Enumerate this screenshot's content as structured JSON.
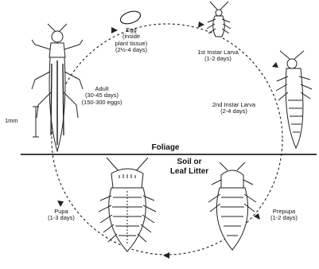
{
  "stages": {
    "egg": {
      "lines": [
        "Egg",
        "(inside",
        "plant tissue)",
        "(2½-4 days)"
      ]
    },
    "larva1": {
      "lines": [
        "1st Instar Larva",
        "(1-2 days)"
      ]
    },
    "larva2": {
      "lines": [
        "2nd Instar Larva",
        "(2-4 days)"
      ]
    },
    "prepupa": {
      "lines": [
        "Prepupa",
        "(1-2 days)"
      ]
    },
    "pupa": {
      "lines": [
        "Pupa",
        "(1-3 days)"
      ]
    },
    "adult": {
      "lines": [
        "Adult",
        "(30-45 days)",
        "(150-300 eggs)"
      ]
    }
  },
  "scale_label": "1mm",
  "foliage_label": "Foliage",
  "soil_label": [
    "Soil or",
    "Leaf Litter"
  ],
  "colors": {
    "ink": "#111111",
    "background": "#ffffff"
  }
}
